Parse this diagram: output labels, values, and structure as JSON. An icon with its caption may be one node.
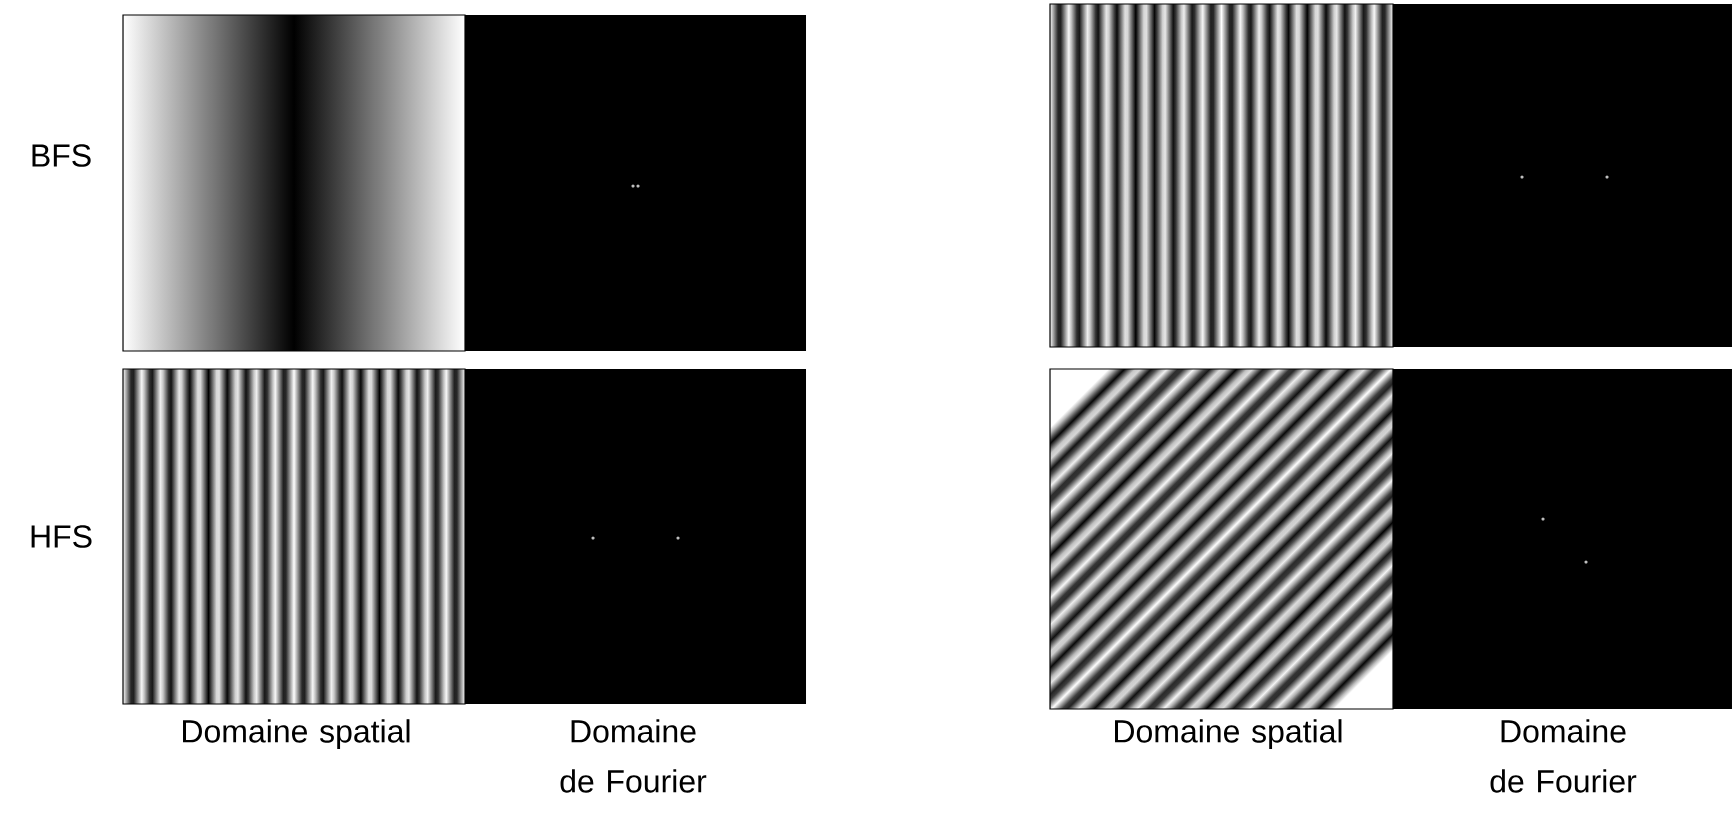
{
  "diagram": {
    "labels": [
      "BFS",
      "HFS",
      "Domaine spatial",
      "Domaine de Fourier",
      "Domaine spatial",
      "Domaine de Fourier"
    ]
  }
}
